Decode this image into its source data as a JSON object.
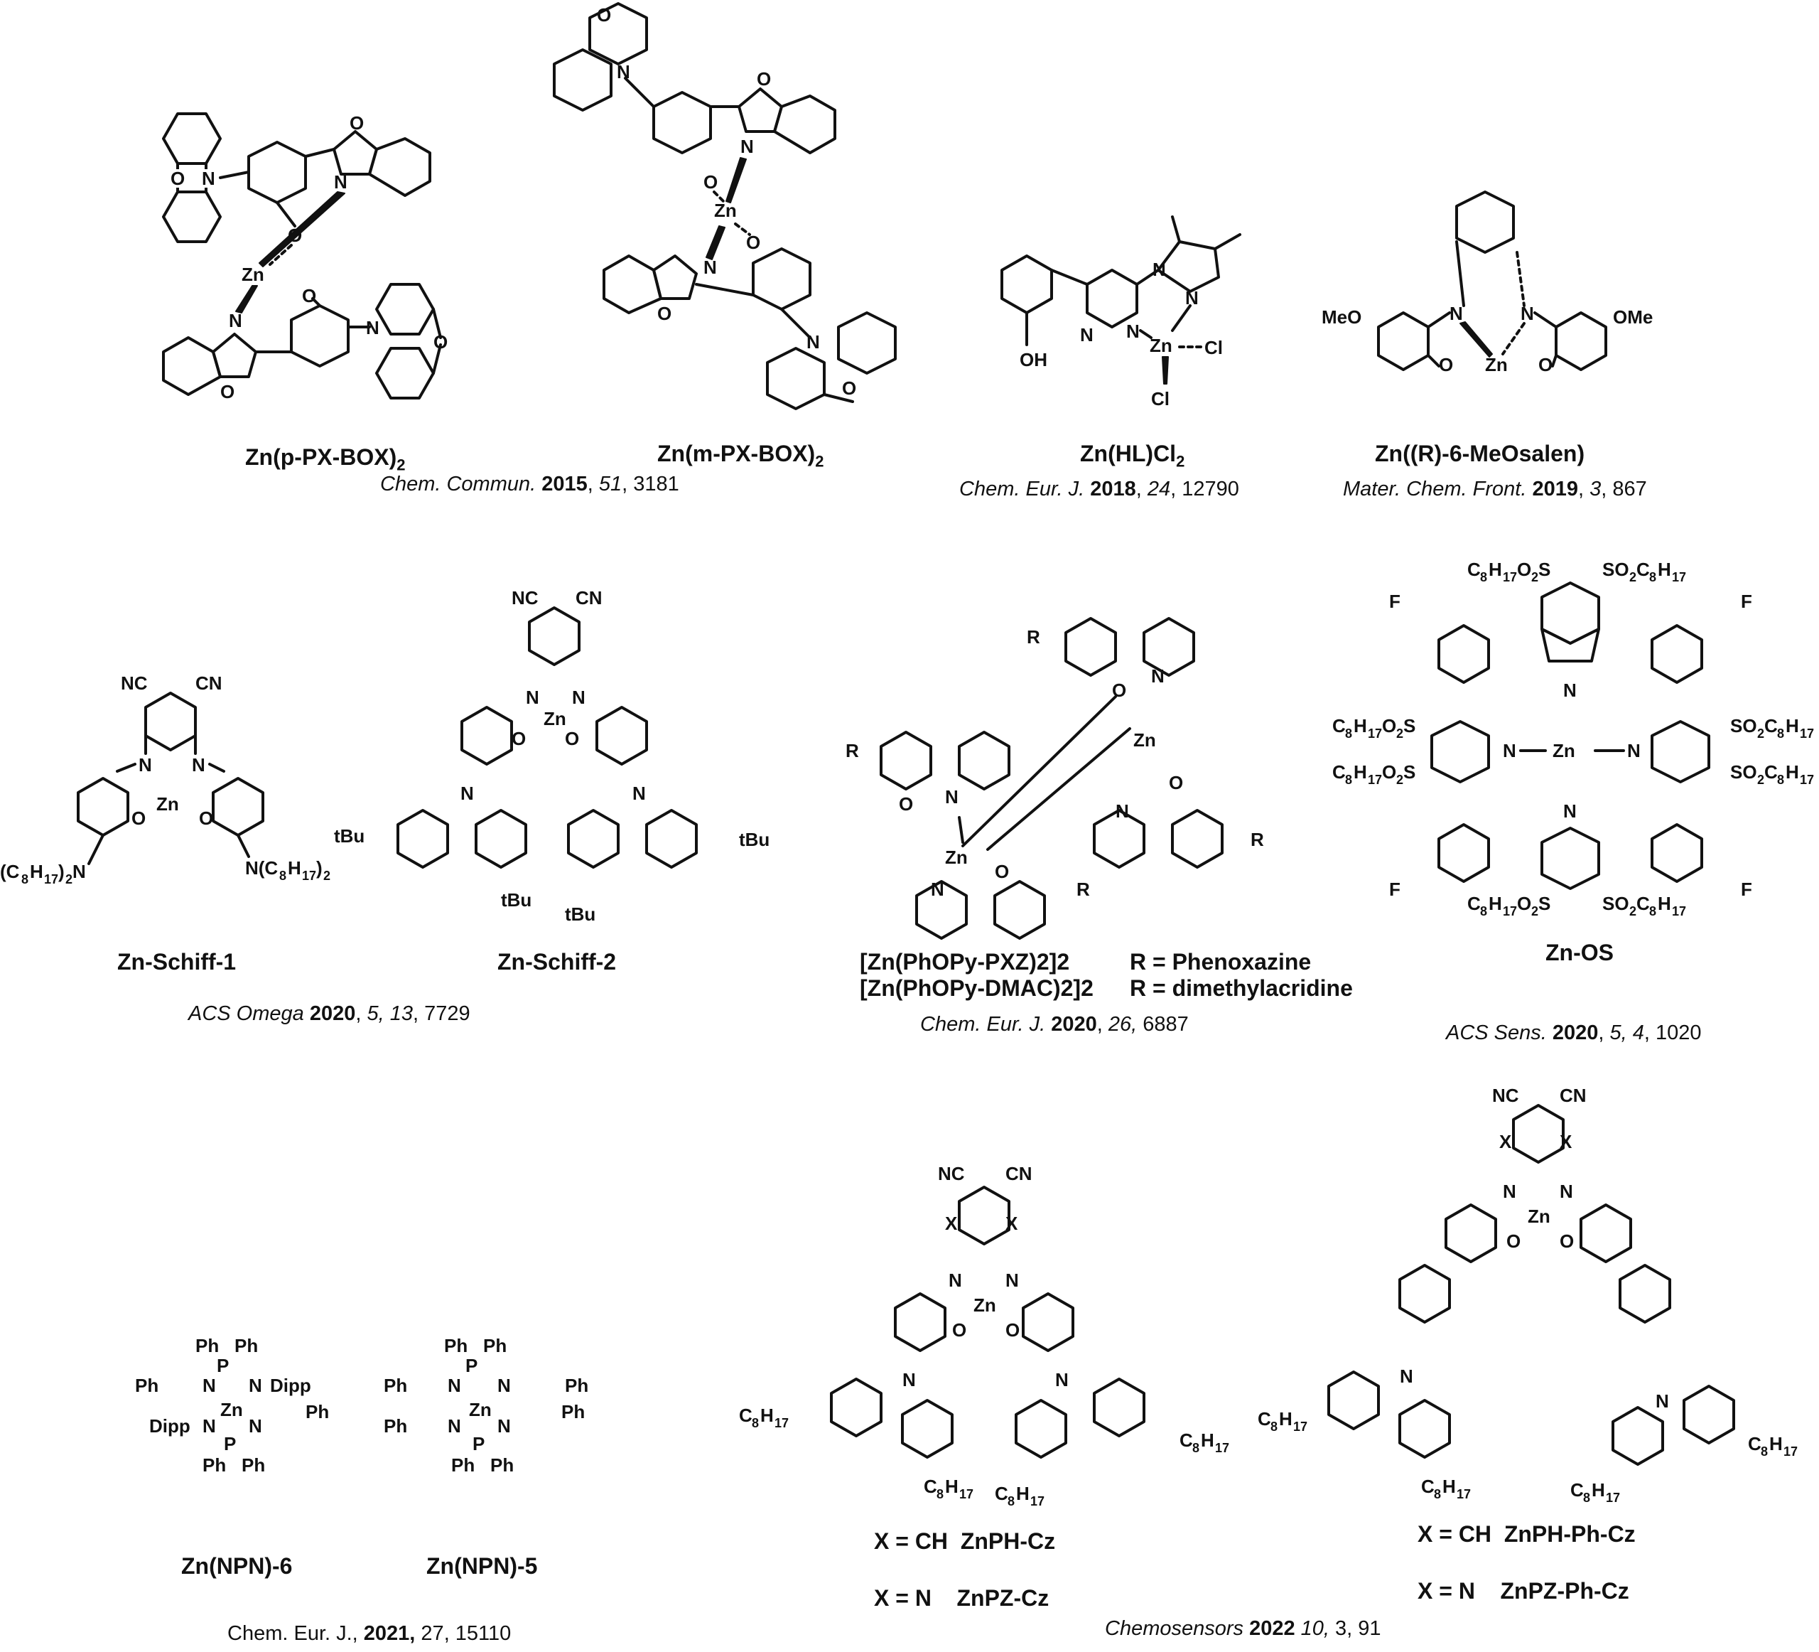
{
  "compounds": [
    {
      "id": "p-px-box",
      "name": "Zn(p-PX-BOX)",
      "sub": "2"
    },
    {
      "id": "m-px-box",
      "name": "Zn(m-PX-BOX)",
      "sub": "2"
    },
    {
      "id": "hl-cl2",
      "name": "Zn(HL)Cl",
      "sub": "2"
    },
    {
      "id": "meosalen",
      "name": "Zn((R)-6-MeOsalen)",
      "sub": ""
    },
    {
      "id": "schiff1",
      "name": "Zn-Schiff-1",
      "sub": ""
    },
    {
      "id": "schiff2",
      "name": "Zn-Schiff-2",
      "sub": ""
    },
    {
      "id": "zn-os",
      "name": "Zn-OS",
      "sub": ""
    },
    {
      "id": "npn6",
      "name": "Zn(NPN)-6",
      "sub": ""
    },
    {
      "id": "npn5",
      "name": "Zn(NPN)-5",
      "sub": ""
    }
  ],
  "phopy": {
    "line1_name": "[Zn(PhOPy-PXZ)2]2",
    "line1_def": "R = Phenoxazine",
    "line2_name": "[Zn(PhOPy-DMAC)2]2",
    "line2_def": "R = dimethylacridine"
  },
  "variants": {
    "ph_cz": [
      "X = CH  ZnPH-Cz",
      "X = N    ZnPZ-Cz"
    ],
    "ph_ph_cz": [
      "X = CH  ZnPH-Ph-Cz",
      "X = N    ZnPZ-Ph-Cz"
    ]
  },
  "references": [
    {
      "id": "r1",
      "journal": "Chem. Commun.",
      "year": "2015",
      "rest_italic": "51",
      "rest": ", 3181"
    },
    {
      "id": "r2",
      "journal": "Chem. Eur. J.",
      "year": "2018",
      "rest_italic": "24",
      "rest": ", 12790"
    },
    {
      "id": "r3",
      "journal": "Mater. Chem. Front.",
      "year": "2019",
      "rest_italic": "3",
      "rest": ", 867"
    },
    {
      "id": "r4",
      "journal": "ACS Omega",
      "year": "2020",
      "rest_italic": "5, 13",
      "rest": ", 7729"
    },
    {
      "id": "r5",
      "journal": "Chem. Eur. J.",
      "year": "2020",
      "rest_italic": "26,",
      "rest": " 6887"
    },
    {
      "id": "r6",
      "journal": "ACS Sens.",
      "year": "2020",
      "rest_italic": "5, 4",
      "rest": ", 1020"
    },
    {
      "id": "r7",
      "journal": "Chem. Eur. J.,",
      "year": "2021,",
      "rest_italic": "",
      "rest": " 27, 15110"
    },
    {
      "id": "r8",
      "journal": "Chemosensors",
      "year": "2022",
      "rest_italic": "10,",
      "rest": " 3, 91"
    }
  ],
  "atom_labels": {
    "zn": "Zn",
    "n": "N",
    "o": "O",
    "cl": "Cl",
    "oh": "OH",
    "ome": "OMe",
    "meo": "MeO",
    "nc": "NC",
    "cn": "CN",
    "tbu": "tBu",
    "r": "R",
    "f": "F",
    "p": "P",
    "ph": "Ph",
    "dipp": "Dipp",
    "x": "X",
    "c8h17": "C8H17",
    "so2c8h17": "SO2C8H17",
    "c8h17o2s": "C8H17O2S",
    "nc8h17_2": "N(C8H17)2",
    "c8h17_2n": "(C8H17)2N"
  }
}
